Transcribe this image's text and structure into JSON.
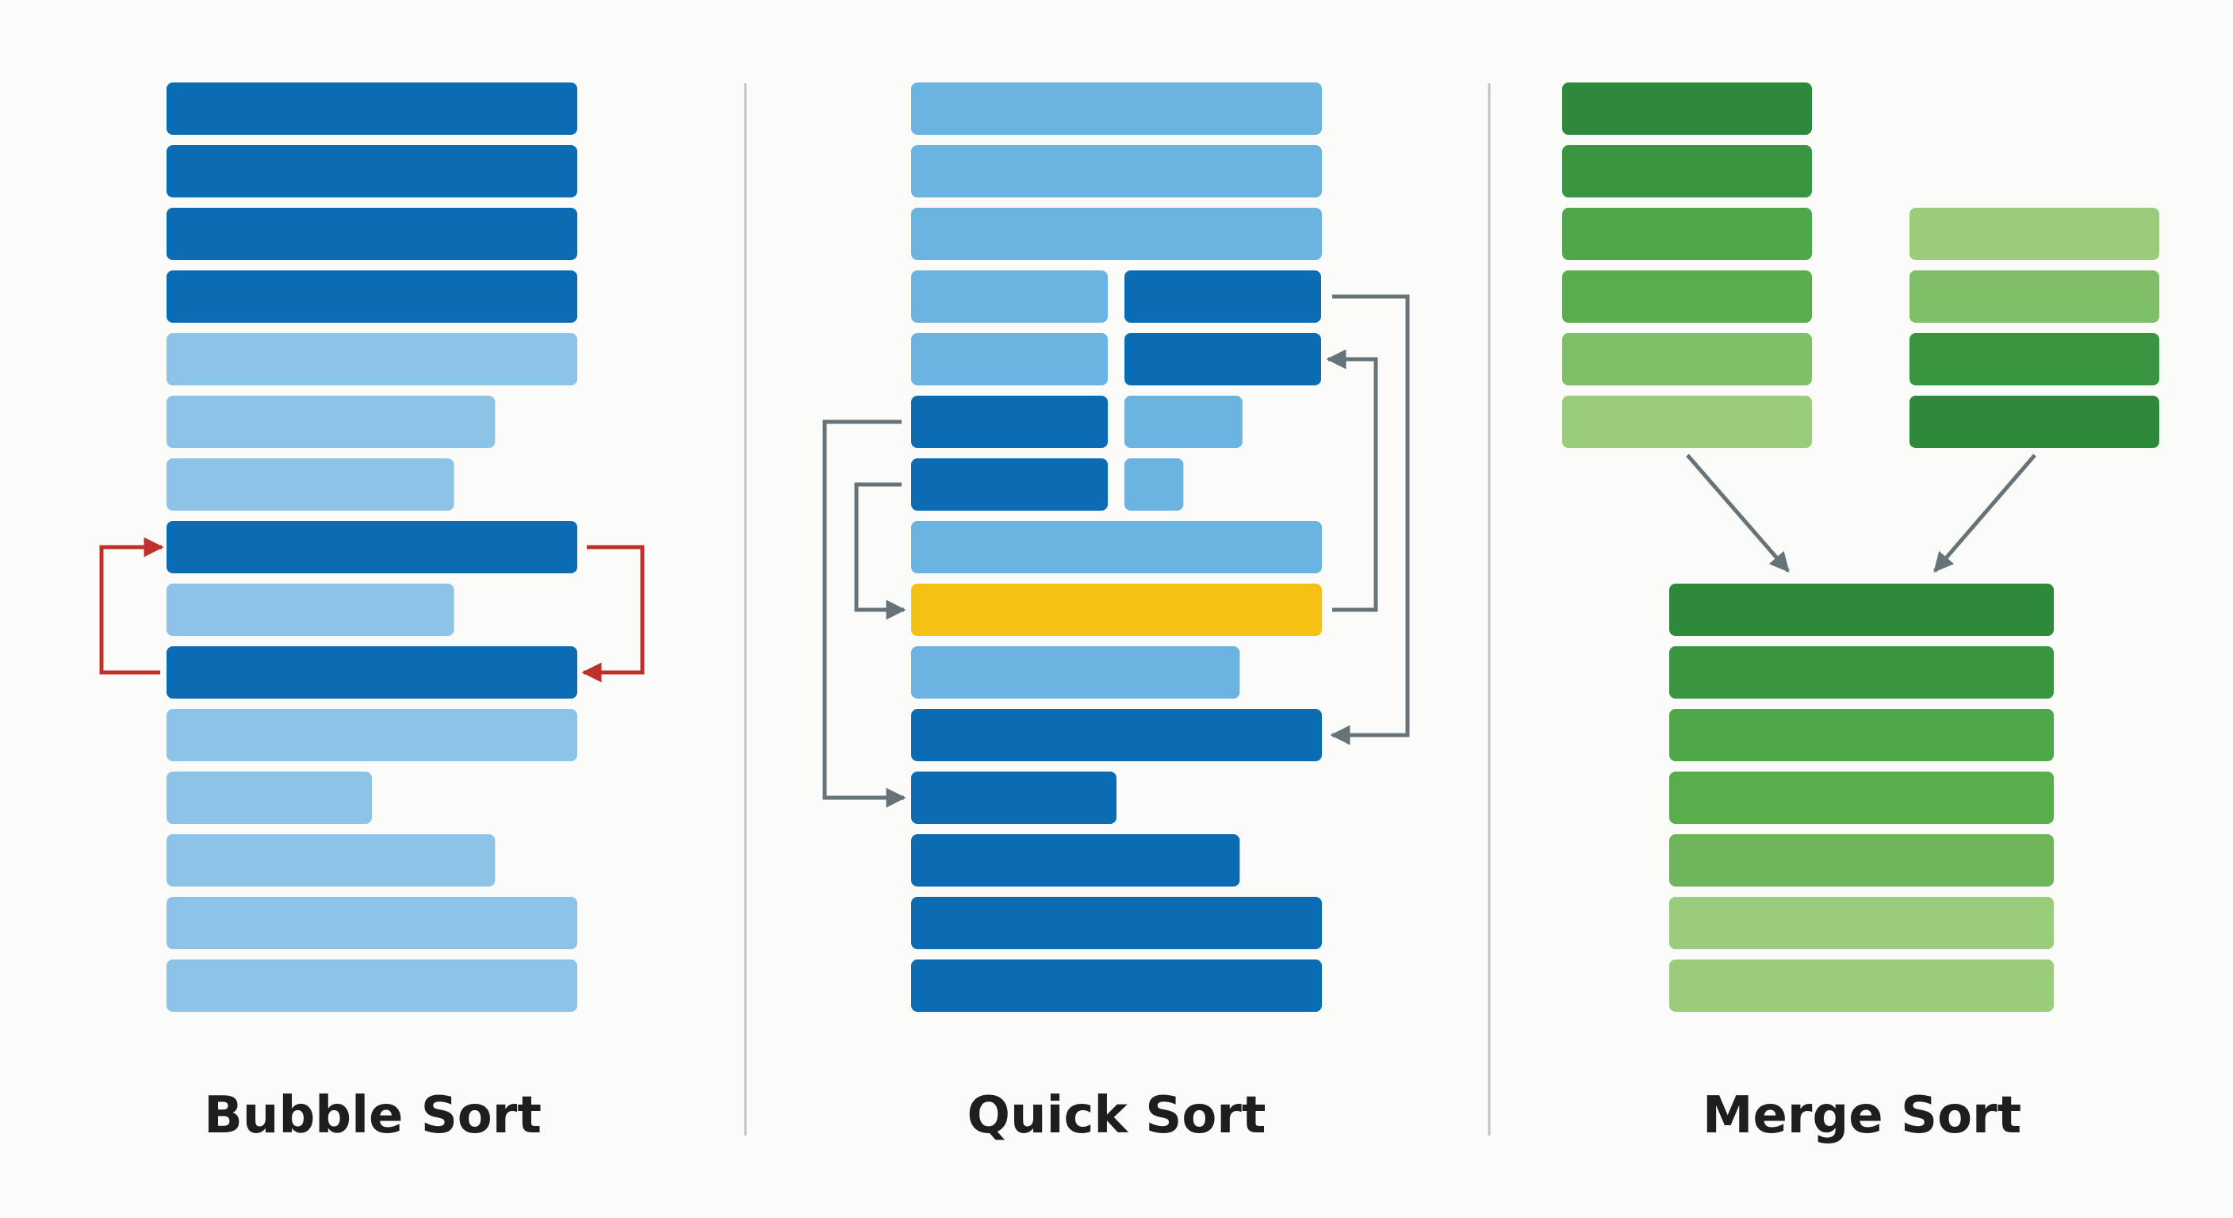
{
  "colors": {
    "background": "#fbfbf9",
    "blue_dark": "#0b6bb3",
    "blue_light": "#8cc3e7",
    "blue_mid": "#6bb3e0",
    "pivot_yellow": "#f5c114",
    "swap_arrow_red": "#c0302a",
    "partition_arrow_gray": "#66747a",
    "divider": "#b9c6bd",
    "green_1": "#2e8a3a",
    "green_2": "#3a9540",
    "green_3": "#4ea748",
    "green_4": "#5aad4d",
    "green_5": "#6eb55c",
    "green_6": "#7fbf68",
    "green_7": "#9bcc7c"
  },
  "panels": [
    {
      "id": "bubble",
      "caption": "Bubble Sort",
      "bars": [
        {
          "value": 10,
          "color": "blue_dark"
        },
        {
          "value": 10,
          "color": "blue_dark"
        },
        {
          "value": 10,
          "color": "blue_dark"
        },
        {
          "value": 10,
          "color": "blue_dark"
        },
        {
          "value": 10,
          "color": "blue_light"
        },
        {
          "value": 8,
          "color": "blue_light"
        },
        {
          "value": 7,
          "color": "blue_light"
        },
        {
          "value": 10,
          "color": "blue_dark",
          "swap": true
        },
        {
          "value": 7,
          "color": "blue_light"
        },
        {
          "value": 10,
          "color": "blue_dark",
          "swap": true
        },
        {
          "value": 10,
          "color": "blue_light"
        },
        {
          "value": 5,
          "color": "blue_light"
        },
        {
          "value": 8,
          "color": "blue_light"
        },
        {
          "value": 10,
          "color": "blue_light"
        },
        {
          "value": 10,
          "color": "blue_light"
        }
      ]
    },
    {
      "id": "quick",
      "caption": "Quick Sort",
      "bars": [
        {
          "value": 10,
          "color": "blue_mid"
        },
        {
          "value": 10,
          "color": "blue_mid"
        },
        {
          "value": 10,
          "color": "blue_mid"
        },
        {
          "value": 5,
          "color": "blue_mid",
          "right": {
            "value": 5,
            "color": "blue_dark"
          }
        },
        {
          "value": 5,
          "color": "blue_mid",
          "right": {
            "value": 5,
            "color": "blue_dark"
          }
        },
        {
          "value": 5,
          "color": "blue_dark",
          "right": {
            "value": 3,
            "color": "blue_mid"
          }
        },
        {
          "value": 5,
          "color": "blue_dark",
          "right": {
            "value": 1.5,
            "color": "blue_mid"
          }
        },
        {
          "value": 10,
          "color": "blue_mid"
        },
        {
          "value": 10,
          "color": "pivot_yellow",
          "pivot": true
        },
        {
          "value": 8,
          "color": "blue_mid"
        },
        {
          "value": 10,
          "color": "blue_dark"
        },
        {
          "value": 5,
          "color": "blue_dark"
        },
        {
          "value": 8,
          "color": "blue_dark"
        },
        {
          "value": 10,
          "color": "blue_dark"
        },
        {
          "value": 10,
          "color": "blue_dark"
        }
      ]
    },
    {
      "id": "merge",
      "caption": "Merge Sort",
      "left_run": [
        "green_1",
        "green_2",
        "green_3",
        "green_4",
        "green_6",
        "green_7"
      ],
      "right_run": [
        "green_7",
        "green_6",
        "green_2",
        "green_1"
      ],
      "merged": [
        "green_1",
        "green_2",
        "green_3",
        "green_4",
        "green_5",
        "green_7",
        "green_7"
      ]
    }
  ]
}
